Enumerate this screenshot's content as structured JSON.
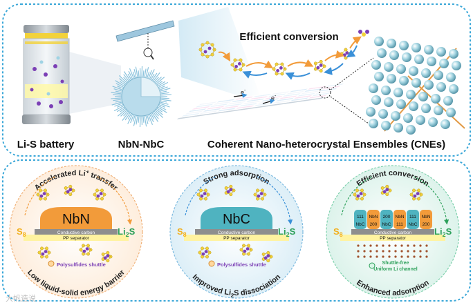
{
  "top": {
    "battery_label": "Li-S battery",
    "nbn_nbc_label": "NbN-NbC",
    "efficient_conversion": "Efficient conversion",
    "cnes_label": "Coherent Nano-heterocrystal Ensembles (CNEs)",
    "electron_a": "e",
    "electron_b": "e",
    "electron_sup": "-"
  },
  "panels": [
    {
      "top_arc": "Accelerated Li",
      "top_arc_sup": "+",
      "top_arc_tail": " transfer",
      "bottom_arc": "Low liquid-solid energy barrier",
      "block": "NbN",
      "carbon": "Conductive carbon",
      "separator": "PP separator",
      "left_label": "S",
      "left_sub": "8",
      "right_label": "Li",
      "right_sub": "2",
      "right_tail": "S",
      "note": "Polysulfides shuttle"
    },
    {
      "top_arc": "Strong adsorption",
      "bottom_arc": "Improved Li",
      "bottom_arc_sub": "2",
      "bottom_arc_tail": "S dissociation",
      "block": "NbC",
      "carbon": "Conductive carbon",
      "separator": "PP separator",
      "left_label": "S",
      "left_sub": "8",
      "right_label": "Li",
      "right_sub": "2",
      "right_tail": "S",
      "note": "Polysulfides shuttle"
    },
    {
      "top_arc": "Efficient conversion",
      "bottom_arc": "Enhanced adsorption",
      "carbon": "Conductive carbon",
      "separator": "PP separator",
      "left_label": "S",
      "left_sub": "8",
      "right_label": "Li",
      "right_sub": "2",
      "right_tail": "S",
      "note_line1": "Shuttle-free",
      "note_line2": "Uniform Li channel",
      "blocks": [
        {
          "top": "111",
          "bottom": "NbC"
        },
        {
          "top": "NbN",
          "bottom": "200"
        },
        {
          "top": "200",
          "bottom": "NbC"
        },
        {
          "top": "NbN",
          "bottom": "111"
        },
        {
          "top": "111",
          "bottom": "NbC"
        },
        {
          "top": "NbN",
          "bottom": "200"
        }
      ]
    }
  ],
  "watermark": "大帆造说",
  "colors": {
    "frame": "#3aa7d8",
    "nbn_orange": "#f29b3a",
    "nbc_teal": "#4fb3c0",
    "separator_yellow": "#fff3a0",
    "sulfur_yellow": "#f2d23a",
    "li_purple": "#7b3fb5",
    "green": "#2ca05a"
  }
}
